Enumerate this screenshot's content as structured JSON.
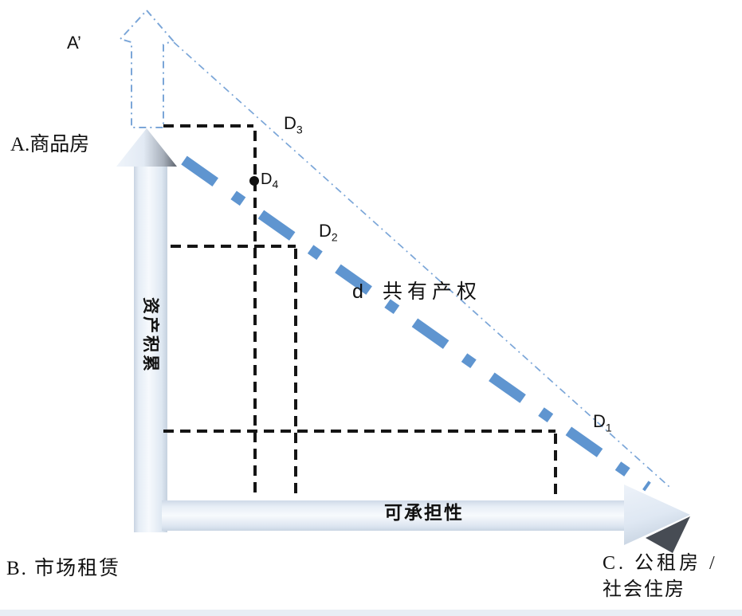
{
  "diagram_title_implicit": "housing tenure / asset accumulation diagram",
  "colors": {
    "accent_blue_thick": "#5f95d0",
    "accent_blue_thin": "#7ba6d8",
    "dash_black": "#151515",
    "dot_black": "#111111",
    "arrow_fill_light": "#f6f9fd",
    "arrow_fill_dark": "#c5d1df",
    "arrow_shadow": "#474c54",
    "bottom_strip": "#e8eef4"
  },
  "labels": {
    "a_prime": "A’",
    "a_commodity_housing": "A.商品房",
    "b_market_rental": "B. 市场租赁",
    "c_line1": "C. 公租房 /",
    "c_line2": "社会住房",
    "y_axis": "资产积累",
    "x_axis": "可承担性",
    "shared_ownership_letter": "d",
    "shared_ownership_text": "共有产权"
  },
  "d_points": [
    {
      "base": "D",
      "sub": "3"
    },
    {
      "base": "D",
      "sub": "4"
    },
    {
      "base": "D",
      "sub": "2"
    },
    {
      "base": "D",
      "sub": "1"
    }
  ]
}
